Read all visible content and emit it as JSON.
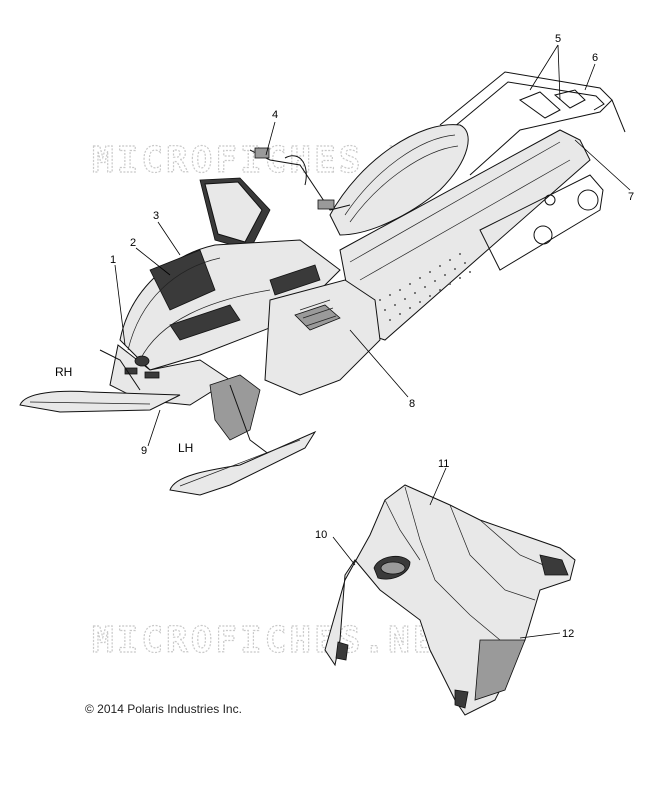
{
  "watermark": {
    "text_top": "MICROFICHES.NET",
    "text_bottom": "MICROFICHES.NET"
  },
  "callouts": {
    "c1": "1",
    "c2": "2",
    "c3": "3",
    "c4": "4",
    "c5": "5",
    "c6": "6",
    "c7": "7",
    "c8": "8",
    "c9": "9",
    "c10": "10",
    "c11": "11",
    "c12": "12"
  },
  "side_labels": {
    "rh": "RH",
    "lh": "LH"
  },
  "copyright": "© 2014 Polaris Industries Inc."
}
